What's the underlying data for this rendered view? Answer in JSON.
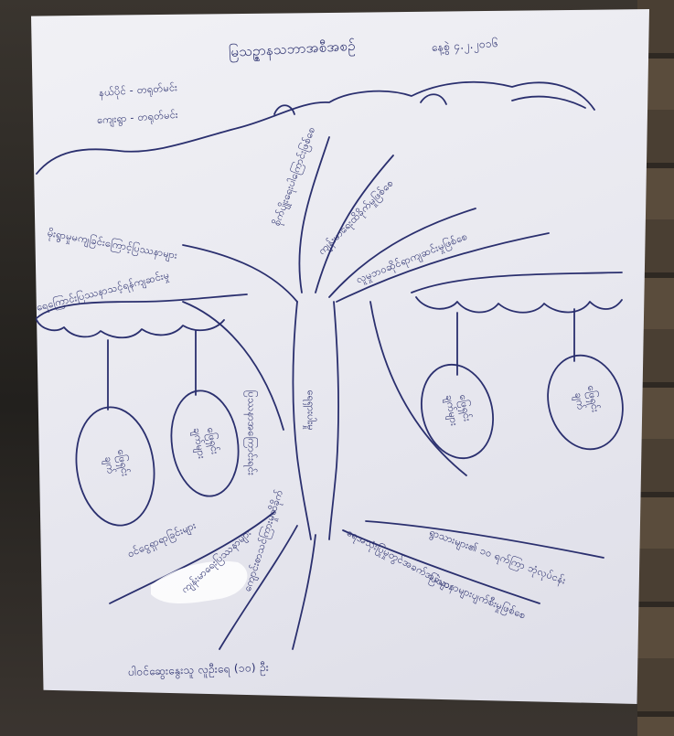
{
  "header": {
    "title": "မြသဉ္ဇာနသဘာအစီအစဉ်",
    "date": "နေ့စွဲ ၄.၂.၂၀၁၆"
  },
  "meta": {
    "line1": "နယ်ပိုင် - တရုတ်မင်း",
    "line2": "ကျေးရွာ - တရုတ်မင်း"
  },
  "branches": {
    "left_top": "မိုးရွာမှုမကျခြင်းကြောင့်ပြဿနာများ",
    "upper_left": "စိုက်ပျိုးရေးပါကြောင်းဖြစ်စေ",
    "upper_mid": "ကျန်းမာရေးထိခိုက်မှုဖြစ်စေ",
    "upper_right": "လူမှုဘဝဆိုင်ရာကျဆင်းမှုဖြစ်စေ",
    "left_canopy": "ရေကြောင်းပြဿနာသင့်ရန်ကျဆင်းမှု",
    "lower_left_1": "ဝင်ငွေရှာရာခြင်းများ",
    "lower_left_2": "ကျန်းမာရေးပြဿနာများ",
    "lower_mid": "ကျောင်းစာသင်ကြားမှုထိခိုက်",
    "lower_right_1": "ရေအသုံးပြုမှုတွင်အခက်အခဲများ",
    "lower_right_2": "ပြဿနာများပျက်စီးမှုဖြစ်စေ",
    "bottom_right": "ရွာသားများ၏ ၁၀ ရက်ကြာ ဘုံလုပ်ငန်း"
  },
  "trunk": {
    "left_label": "ပြဿနာအကြောင်းရင်း",
    "right_label": "ရေရှားပါးမှု"
  },
  "fruits": {
    "left_1": "ဖြေရှင်း\nချက်",
    "left_2": "ဖြေရှင်း\nချက်များ",
    "right_1": "ဖြေရှင်း\nချက်များ",
    "right_2": "ဖြေရှင်း\nချက်"
  },
  "footer": {
    "text": "ပါဝင်ဆွေးနွေးသူ လူဦးရေ (၁၀) ဦး"
  }
}
